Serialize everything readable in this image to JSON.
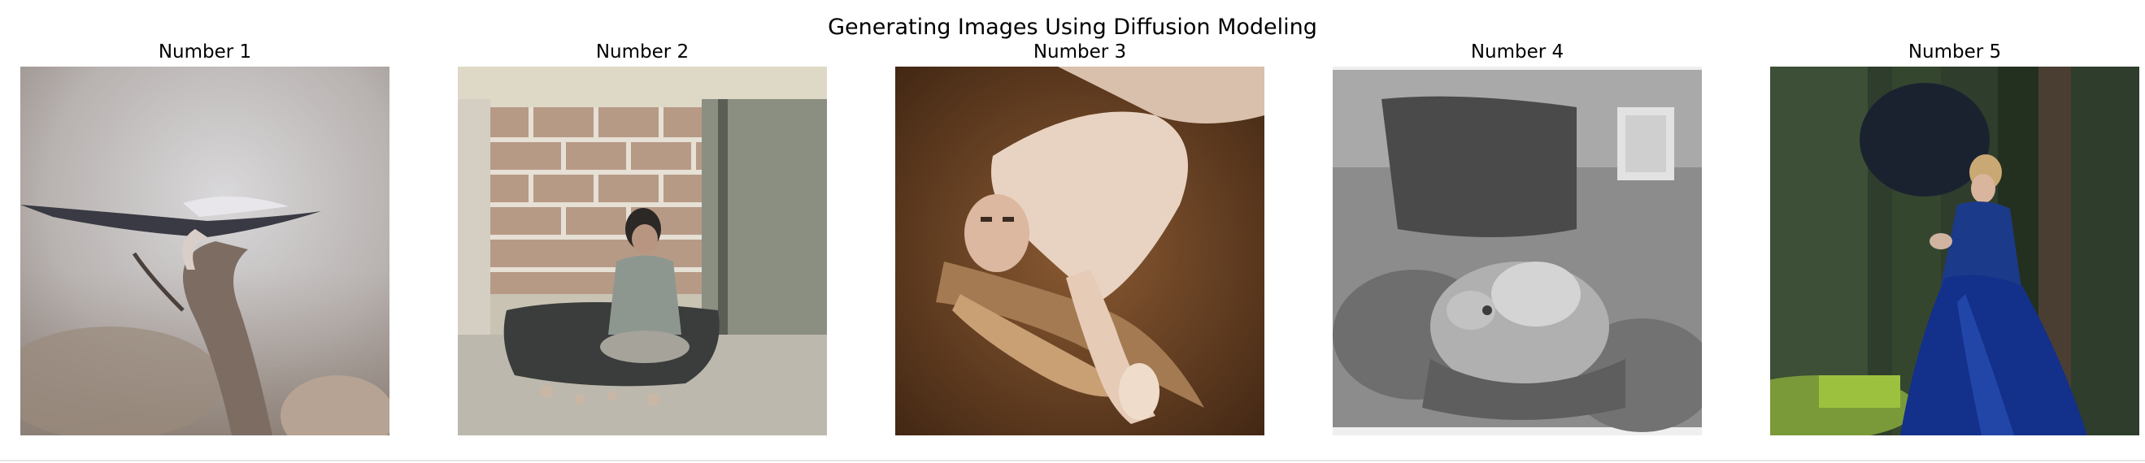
{
  "figure": {
    "title": "Generating Images Using Diffusion Modeling"
  },
  "panels": [
    {
      "title": "Number 1",
      "subject": "heron-bird-grey-background"
    },
    {
      "title": "Number 2",
      "subject": "child-sitting-by-brick-wall"
    },
    {
      "title": "Number 3",
      "subject": "woman-lying-in-white-dress"
    },
    {
      "title": "Number 4",
      "subject": "grayscale-animal-in-rubble"
    },
    {
      "title": "Number 5",
      "subject": "woman-in-blue-dress-forest"
    }
  ]
}
